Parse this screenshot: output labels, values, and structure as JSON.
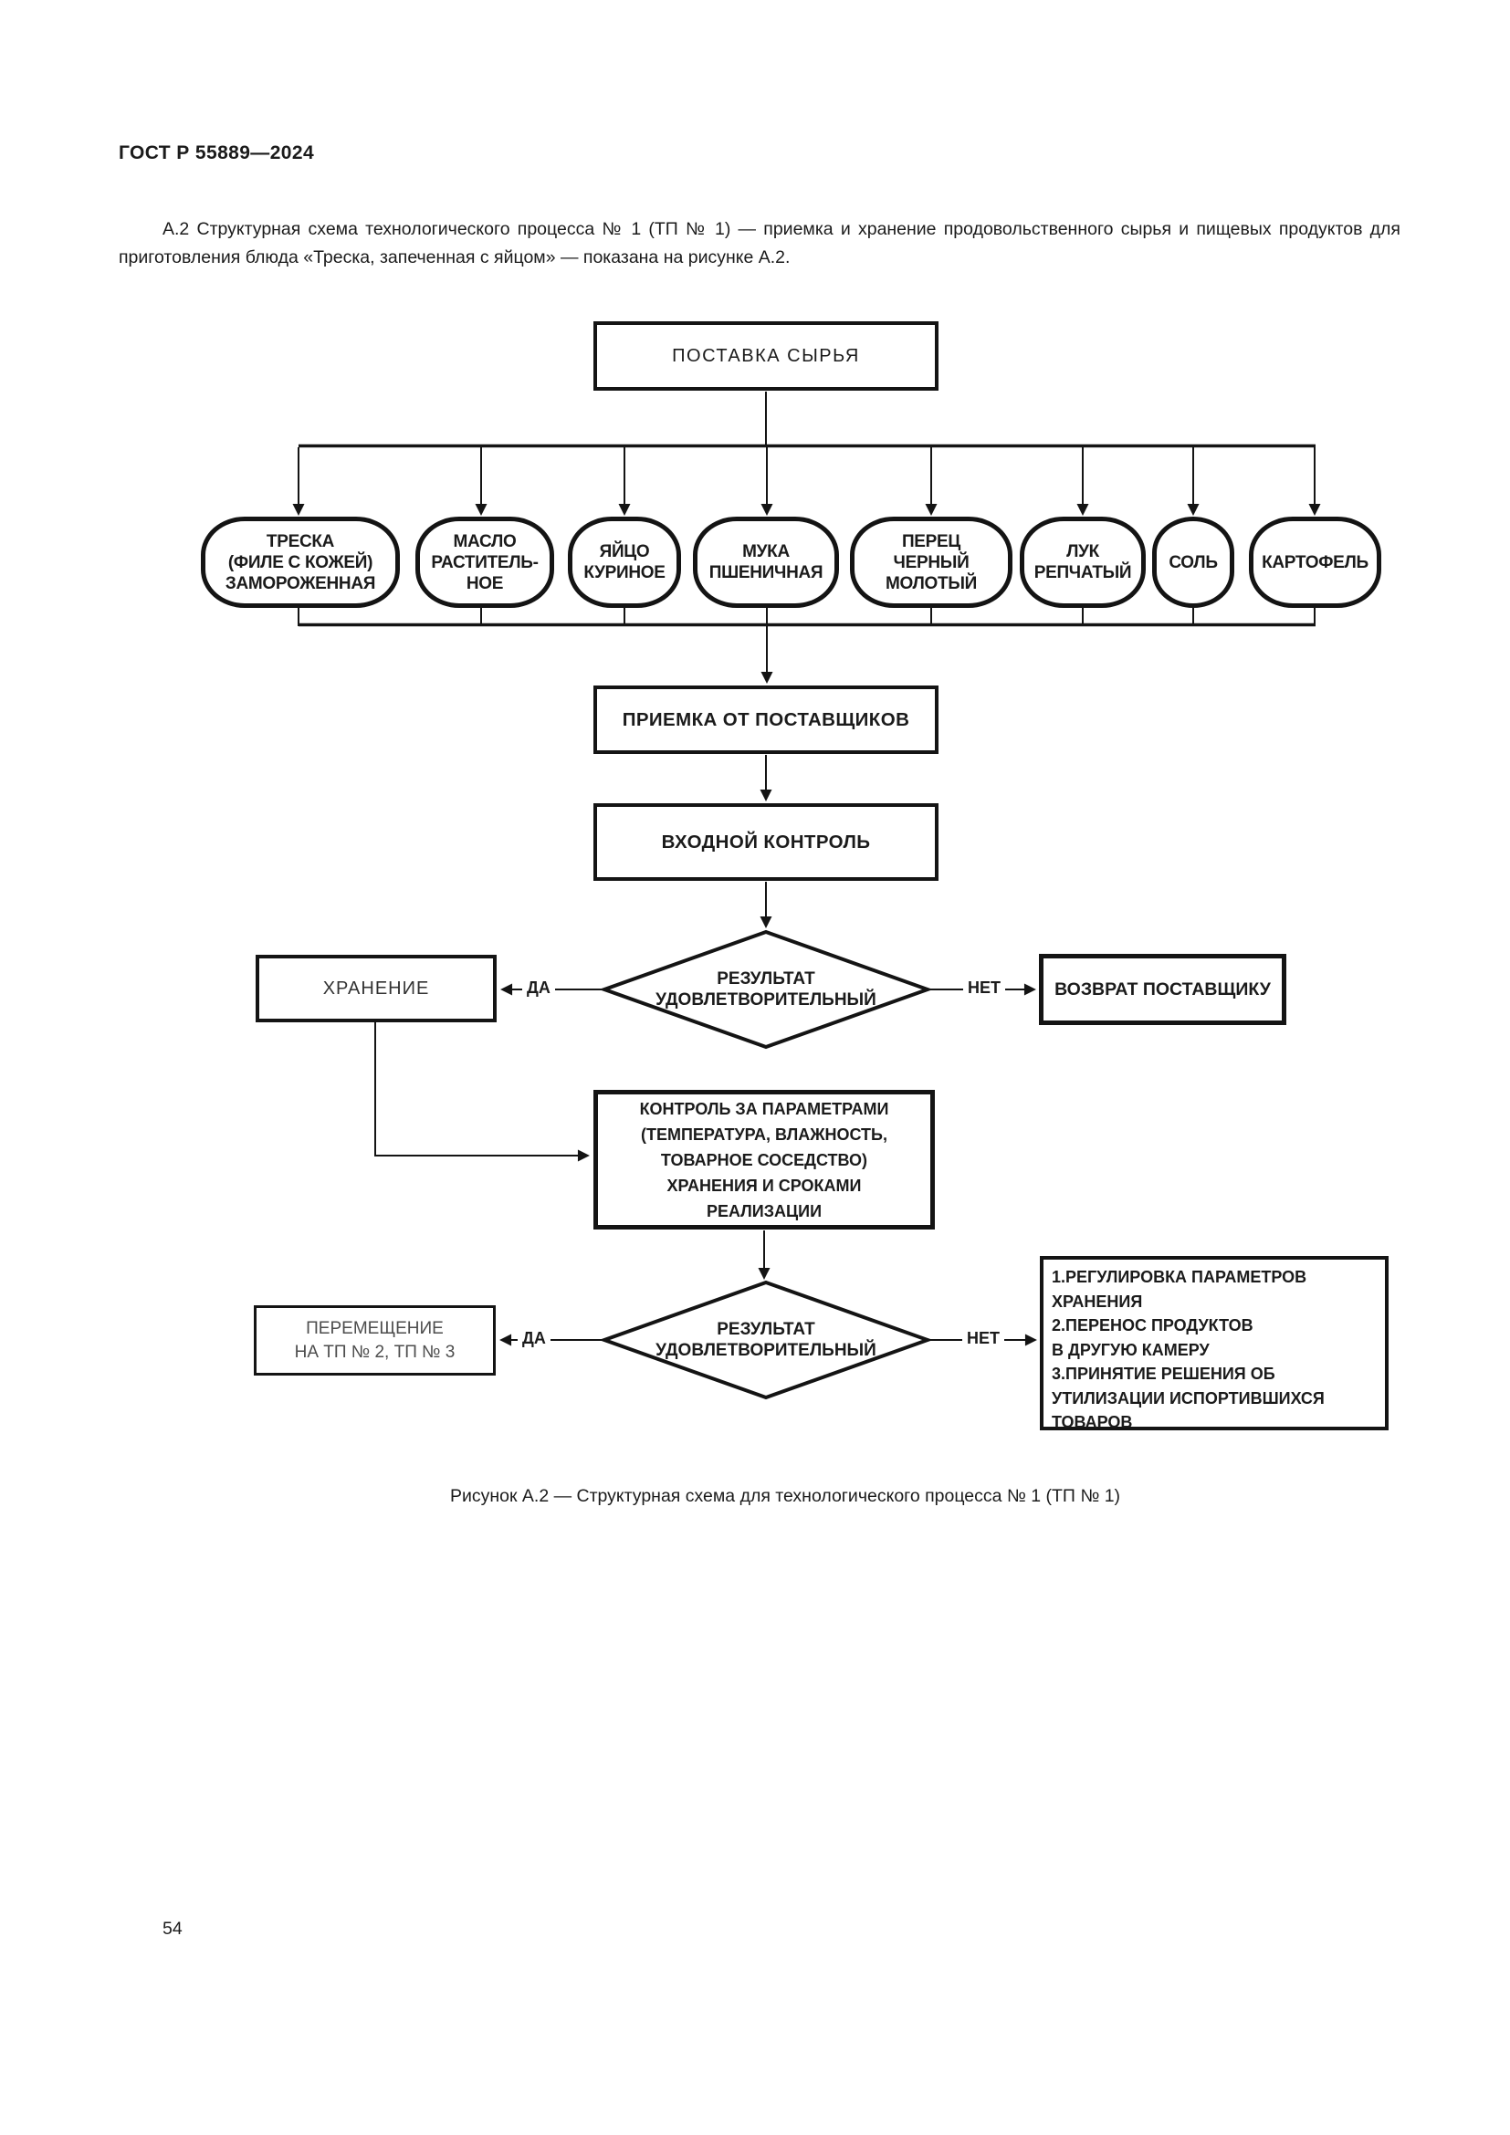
{
  "page": {
    "doc_code": "ГОСТ Р 55889—2024",
    "intro": "А.2 Структурная схема технологического процесса № 1 (ТП № 1) — приемка и хранение продовольственного сырья и пищевых продуктов для приготовления блюда «Треска, запеченная с яйцом» — показана на рисунке А.2.",
    "figure_caption": "Рисунок А.2 — Структурная схема для технологического процесса № 1 (ТП № 1)",
    "page_number": "54"
  },
  "flowchart": {
    "supply_box": "ПОСТАВКА СЫРЬЯ",
    "ingredients": [
      "ТРЕСКА\n(ФИЛЕ С КОЖЕЙ)\nЗАМОРОЖЕННАЯ",
      "МАСЛО\nРАСТИТЕЛЬ-\nНОЕ",
      "ЯЙЦО\nКУРИНОЕ",
      "МУКА\nПШЕНИЧНАЯ",
      "ПЕРЕЦ\nЧЕРНЫЙ\nМОЛОТЫЙ",
      "ЛУК\nРЕПЧАТЫЙ",
      "СОЛЬ",
      "КАРТОФЕЛЬ"
    ],
    "acceptance_box": "ПРИЕМКА ОТ ПОСТАВЩИКОВ",
    "input_control_box": "ВХОДНОЙ КОНТРОЛЬ",
    "decision1": "РЕЗУЛЬТАТ\nУДОВЛЕТВОРИТЕЛЬНЫЙ",
    "decision2": "РЕЗУЛЬТАТ\nУДОВЛЕТВОРИТЕЛЬНЫЙ",
    "yes_label": "ДА",
    "no_label": "НЕТ",
    "storage_box": "ХРАНЕНИЕ",
    "return_box": "ВОЗВРАТ ПОСТАВЩИКУ",
    "params_control_box": "КОНТРОЛЬ ЗА ПАРАМЕТРАМИ\n(ТЕМПЕРАТУРА, ВЛАЖНОСТЬ,\nТОВАРНОЕ СОСЕДСТВО)\nХРАНЕНИЯ И СРОКАМИ\nРЕАЛИЗАЦИИ",
    "move_box": "ПЕРЕМЕЩЕНИЕ\nНА ТП № 2, ТП № 3",
    "actions_box": "1.РЕГУЛИРОВКА ПАРАМЕТРОВ\n ХРАНЕНИЯ\n2.ПЕРЕНОС ПРОДУКТОВ\nВ ДРУГУЮ КАМЕРУ\n3.ПРИНЯТИЕ РЕШЕНИЯ ОБ\nУТИЛИЗАЦИИ ИСПОРТИВШИХСЯ\nТОВАРОВ",
    "colors": {
      "line": "#141414",
      "background": "#ffffff"
    }
  }
}
